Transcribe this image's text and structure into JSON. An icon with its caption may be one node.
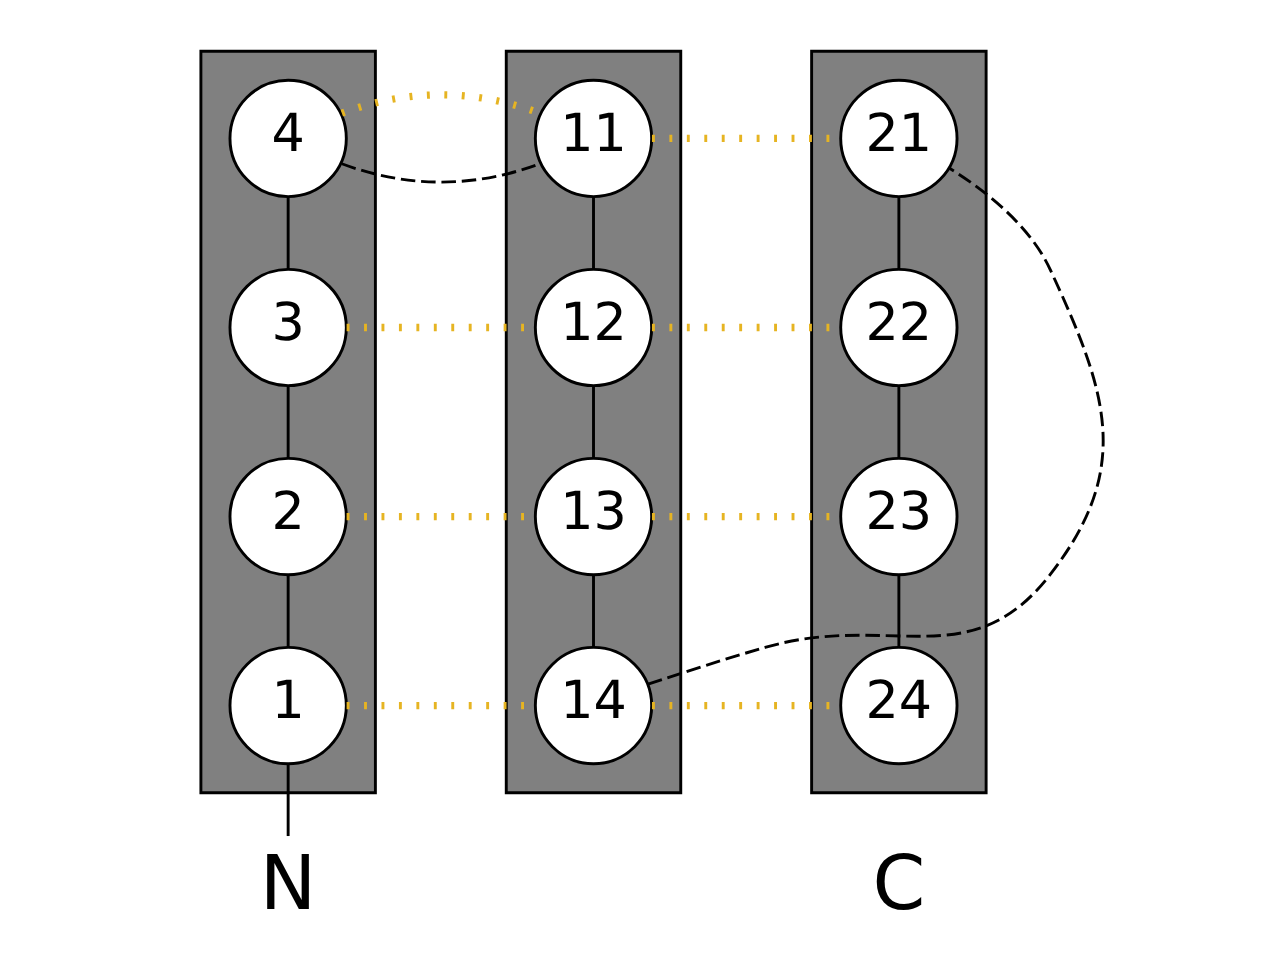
{
  "diagram": {
    "nodes": [
      {
        "text": [],
        "shape": "arrow"
      },
      {
        "text": [
          "4"
        ],
        "in": 0
      },
      {
        "text": [
          "3"
        ],
        "in": 0
      },
      {
        "text": [
          "2"
        ],
        "in": 0
      },
      {
        "text": [
          "1"
        ],
        "in": 0
      },
      {
        "text": [],
        "shape": "arrow"
      },
      {
        "text": [
          "11"
        ],
        "in": 5
      },
      {
        "text": [
          "12"
        ],
        "in": 5
      },
      {
        "text": [
          "13"
        ],
        "in": 5
      },
      {
        "text": [
          "14"
        ],
        "in": 5
      },
      {
        "text": [],
        "shape": "arrow"
      },
      {
        "text": [
          "21"
        ],
        "in": 10
      },
      {
        "text": [
          "22"
        ],
        "in": 10
      },
      {
        "text": [
          "23"
        ],
        "in": 10
      },
      {
        "text": [
          "24"
        ],
        "in": 10
      },
      {
        "text": [
          "N"
        ]
      }
    ],
    "edges": [
      {
        "from": 1,
        "to": 2,
        "arrow": "none"
      },
      {
        "from": 2,
        "to": 3,
        "arrow": "none"
      },
      {
        "from": 3,
        "to": 4,
        "arrow": "none"
      },
      {
        "from": 4,
        "to": 15,
        "arrow": "none"
      },
      {
        "from": 1,
        "to": 6,
        "arrow": "none",
        "style": "dashed"
      },
      {
        "from": 6,
        "to": 7,
        "arrow": "none"
      },
      {
        "from": 7,
        "to": 8,
        "arrow": "none"
      },
      {
        "from": 8,
        "to": 9,
        "arrow": "none"
      },
      {
        "from": 9,
        "to": 11,
        "arrow": "none",
        "style": "dashed"
      },
      {
        "from": 11,
        "to": 12,
        "arrow": "none"
      },
      {
        "from": 12,
        "to": 13,
        "arrow": "none"
      },
      {
        "from": 13,
        "to": 14,
        "arrow": "none"
      },
      {
        "from": 1,
        "to": 6,
        "arrow": "none",
        "style": "dashed",
        "color": "#e6b422"
      },
      {
        "from": 2,
        "to": 7,
        "arrow": "none",
        "style": "dashed",
        "color": "#e6b422"
      },
      {
        "from": 3,
        "to": 8,
        "arrow": "none",
        "style": "dashed",
        "color": "#e6b422"
      },
      {
        "from": 4,
        "to": 9,
        "arrow": "none",
        "style": "dashed",
        "color": "#e6b422"
      },
      {
        "from": 6,
        "to": 11,
        "arrow": "none",
        "style": "dashed",
        "color": "#e6b422"
      },
      {
        "from": 7,
        "to": 12,
        "arrow": "none",
        "style": "dashed",
        "color": "#e6b422"
      },
      {
        "from": 8,
        "to": 13,
        "arrow": "none",
        "style": "dashed",
        "color": "#e6b422"
      },
      {
        "from": 9,
        "to": 14,
        "arrow": "none",
        "style": "dashed",
        "color": "#e6b422"
      }
    ],
    "labels": [
      "C"
    ]
  }
}
